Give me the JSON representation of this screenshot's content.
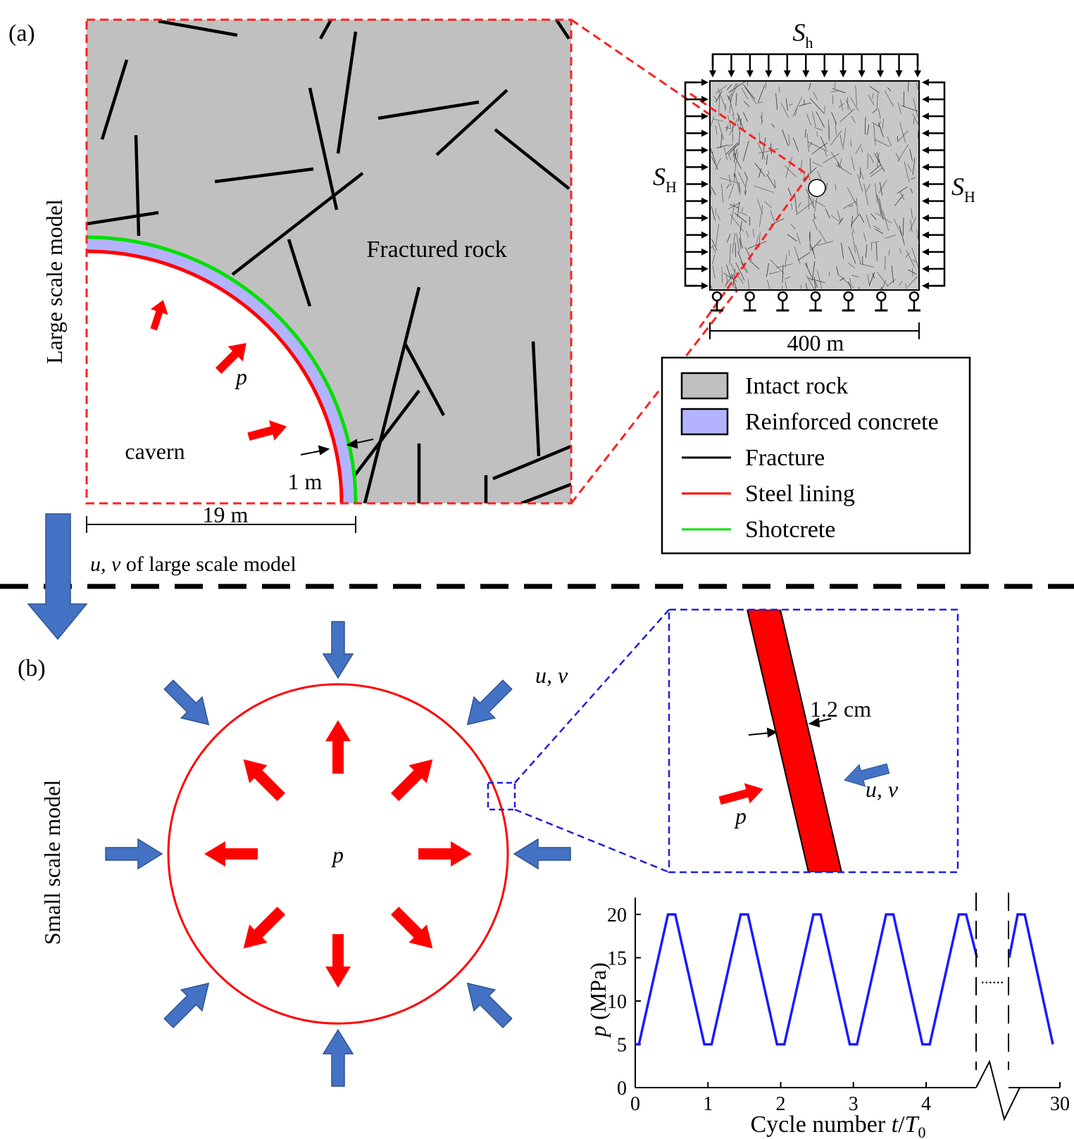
{
  "panel_a": {
    "label": "(a)",
    "side_label": "Large scale model",
    "fractured_rock": "Fractured rock",
    "cavern": "cavern",
    "pressure": "p",
    "thickness": "1 m",
    "radius": "19 m",
    "transfer": {
      "uv": "u, v",
      "text": " of large scale model"
    },
    "domain": {
      "sh_main": "S",
      "sh_sub": "h",
      "sH_main": "S",
      "sH_sub": "H",
      "width": "400 m"
    },
    "legend": [
      {
        "label": "Intact rock",
        "type": "box",
        "color": "#c0c0c0"
      },
      {
        "label": "Reinforced concrete",
        "type": "box",
        "color": "#b3b3ff"
      },
      {
        "label": "Fracture",
        "type": "line",
        "color": "#000000"
      },
      {
        "label": "Steel lining",
        "type": "line",
        "color": "#ff0000"
      },
      {
        "label": "Shotcrete",
        "type": "line",
        "color": "#00e000"
      }
    ]
  },
  "panel_b": {
    "label": "(b)",
    "side_label": "Small scale model",
    "pressure": "p",
    "uv": "u, v",
    "thickness": "1.2 cm",
    "zoom_p": "p",
    "zoom_uv": "u, v"
  },
  "colors": {
    "steel": "#ff0000",
    "blue_arrow": "#4472c4",
    "dash_blue": "#1f1fe0",
    "dash_red": "#ff2020",
    "rock": "#c0c0c0",
    "concrete": "#b3b3ff",
    "shotcrete": "#00e000",
    "curve": "#1a1aff"
  },
  "chart_data": {
    "type": "line",
    "xlabel": {
      "text": "Cycle number ",
      "var": "t",
      "slash": "/",
      "denom": "T",
      "sub": "0"
    },
    "ylabel": {
      "var": "p",
      "text": " (MPa)"
    },
    "x_ticks": [
      "0",
      "1",
      "2",
      "3",
      "4",
      "30"
    ],
    "y_ticks": [
      "0",
      "5",
      "10",
      "15",
      "20"
    ],
    "ylim": [
      0,
      22
    ],
    "gap_marker": "......",
    "series": [
      {
        "values_x": [
          0,
          0.05,
          0.45,
          0.55,
          0.95,
          1.05,
          1.45,
          1.55,
          1.95,
          2.05,
          2.45,
          2.55,
          2.95,
          3.05,
          3.45,
          3.55,
          3.95,
          4.05,
          4.45,
          4.55,
          4.7
        ],
        "values_y": [
          5,
          5,
          20,
          20,
          5,
          5,
          20,
          20,
          5,
          5,
          20,
          20,
          5,
          5,
          20,
          20,
          5,
          5,
          20,
          20,
          15
        ]
      }
    ]
  }
}
